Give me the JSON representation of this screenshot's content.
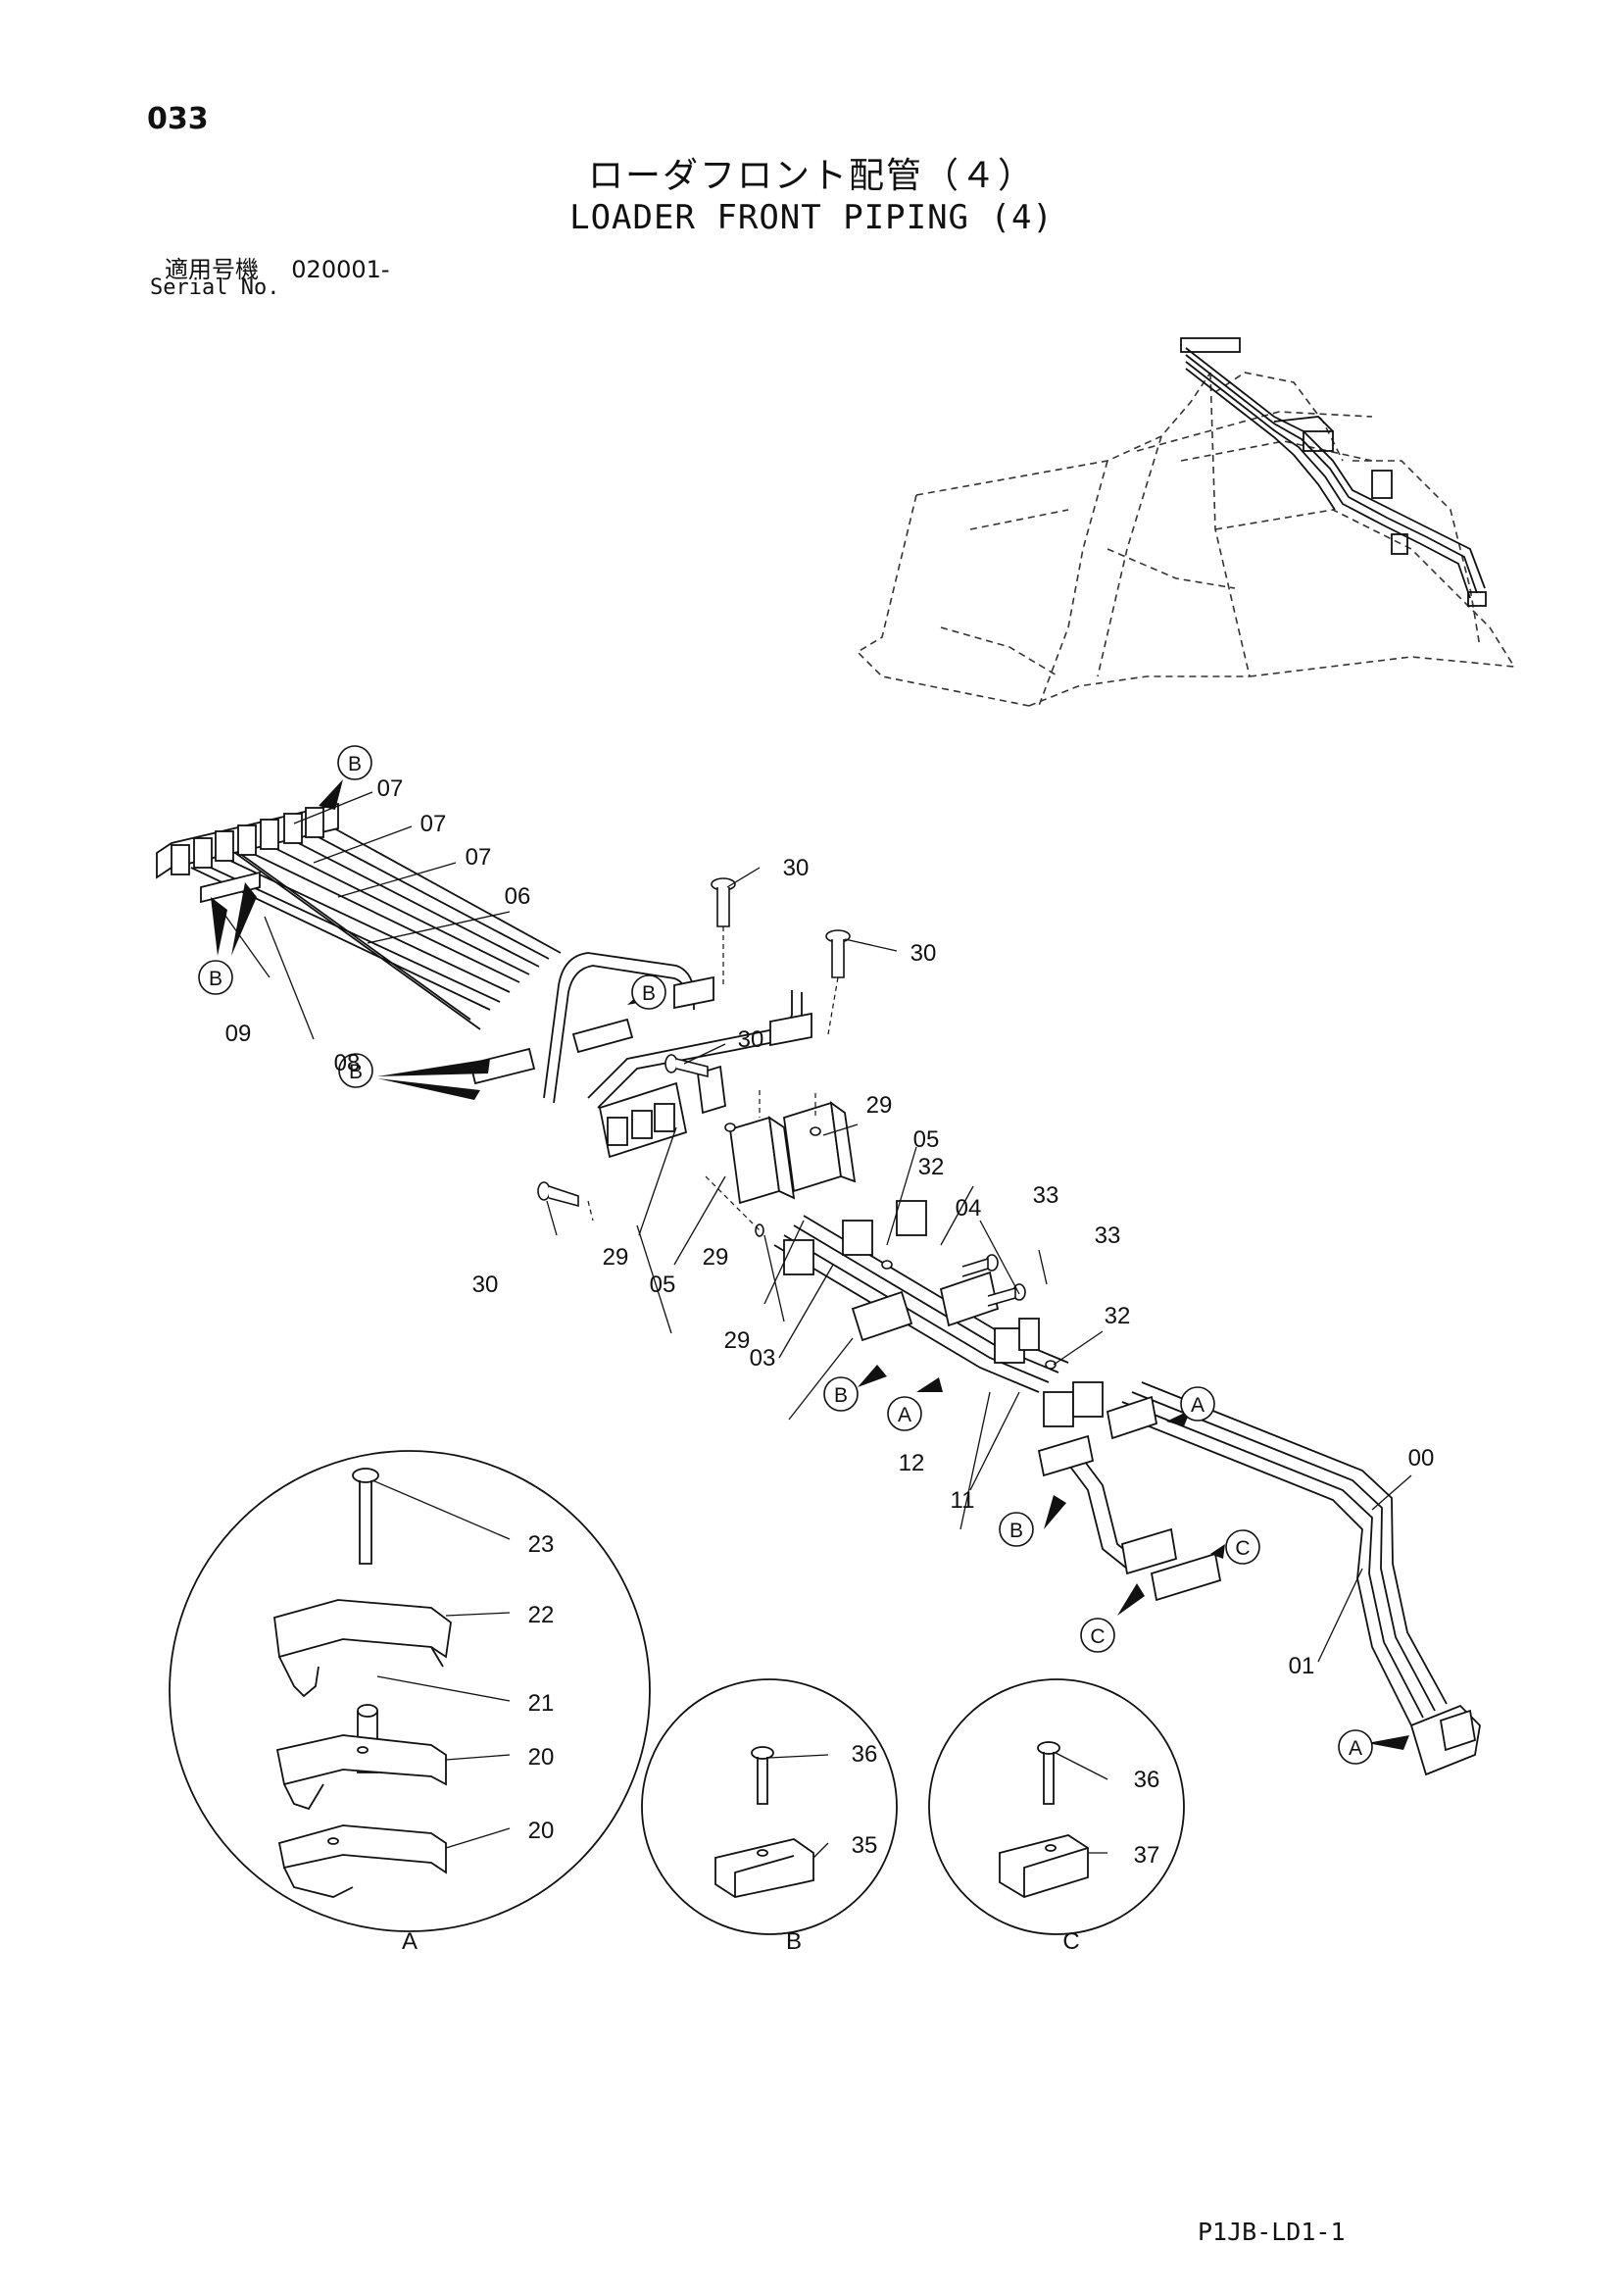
{
  "header": {
    "page_number": "033",
    "title_jp": "ローダフロント配管（４）",
    "title_en": "LOADER FRONT PIPING (4)",
    "serial_label_jp": "適用号機",
    "serial_value": "020001-",
    "serial_label_en": "Serial No."
  },
  "footer": {
    "doc_code": "P1JB-LD1-1"
  },
  "part_numbers": [
    "00",
    "01",
    "03",
    "04",
    "05",
    "05",
    "06",
    "07",
    "07",
    "07",
    "08",
    "09",
    "11",
    "12",
    "29",
    "29",
    "29",
    "29",
    "30",
    "30",
    "30",
    "30",
    "32",
    "32",
    "33",
    "33"
  ],
  "detail_parts": {
    "A": [
      "23",
      "22",
      "21",
      "20",
      "20"
    ],
    "B": [
      "36",
      "35"
    ],
    "C": [
      "36",
      "37"
    ]
  },
  "detail_labels": [
    "A",
    "B",
    "C"
  ],
  "callout_markers": [
    "A",
    "A",
    "A",
    "B",
    "B",
    "B",
    "B",
    "B",
    "B",
    "C",
    "C"
  ]
}
